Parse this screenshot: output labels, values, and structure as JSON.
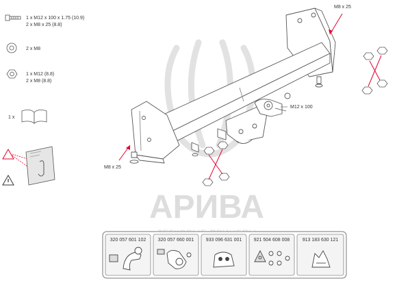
{
  "legend": {
    "bolts": {
      "line1": "1 x M12 x 100  x 1.75 (10.9)",
      "line2": "2 x M8 x 25  (8.8)"
    },
    "washers": {
      "line1": "2 x M8"
    },
    "nuts": {
      "line1": "1 x M12 (8.8)",
      "line2": "2 x M8 (8.8)"
    },
    "manual": {
      "qty": "1 x"
    }
  },
  "callouts": {
    "top_right": "M8 x 25",
    "left": "M8 x 25",
    "center": "M12 x 100"
  },
  "parts": [
    {
      "code": "320 057 601 102"
    },
    {
      "code": "320 057 660 001"
    },
    {
      "code": "933 096 631 001"
    },
    {
      "code": "921 504 608 008"
    },
    {
      "code": "913 183 630 121"
    }
  ],
  "watermark": {
    "brand": "АРИВА",
    "tagline": "ЛЕГКОВЫЕ ПРИЦЕПЫ"
  },
  "colors": {
    "line": "#555555",
    "accent": "#e4002b",
    "watermark": "#dddddd",
    "panel_fill": "#f4f4f4"
  }
}
